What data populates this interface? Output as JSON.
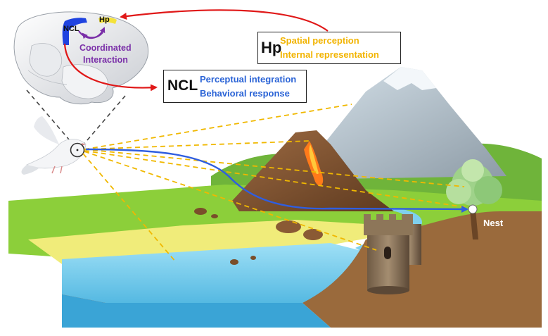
{
  "brain": {
    "ncl_label": "NCL",
    "hp_label": "Hp",
    "interaction_line1": "Coordinated",
    "interaction_line2": "Interaction"
  },
  "hp_box": {
    "title": "Hp",
    "line1": "Spatial perception",
    "line2": "Internal representation"
  },
  "ncl_box": {
    "title": "NCL",
    "line1": "Perceptual integration",
    "line2": "Behavioral response"
  },
  "nest_label": "Nest",
  "colors": {
    "hp_text": "#f2b400",
    "ncl_text": "#2a63d6",
    "interaction": "#7a2fa8",
    "red_arrow": "#e01818",
    "route": "#2f5ee0",
    "sight_lines": "#f0b800",
    "water": "#7fd0ee",
    "grass": "#8ccf3a",
    "earth": "#9a6a3c"
  }
}
